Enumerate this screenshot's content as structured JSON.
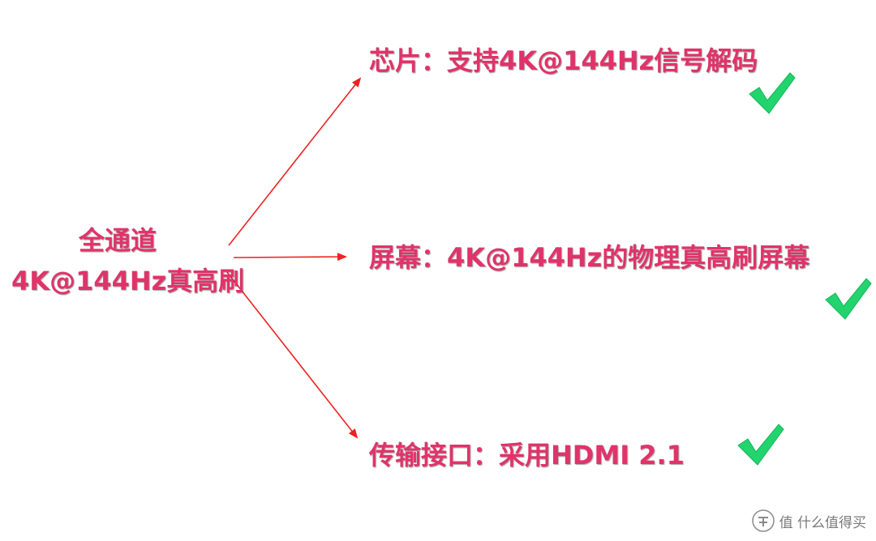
{
  "source": {
    "line1": "全通道",
    "line2": "4K@144Hz真高刷"
  },
  "targets": [
    {
      "text": "芯片：支持4K@144Hz信号解码"
    },
    {
      "text": "屏幕：4K@144Hz的物理真高刷屏幕"
    },
    {
      "text": "传输接口：采用HDMI 2.1"
    }
  ],
  "watermark": {
    "text": "值 什么值得买"
  },
  "colors": {
    "text": "#e0336a",
    "arrow": "#ee2222",
    "check": "#22d46e"
  }
}
